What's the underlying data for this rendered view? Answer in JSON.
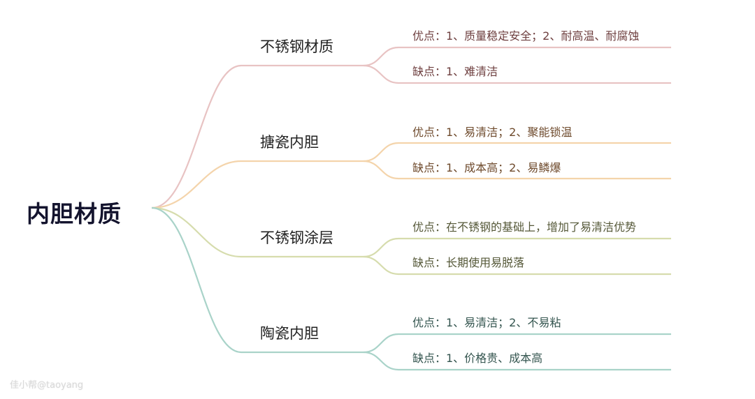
{
  "root": {
    "label": "内胆材质"
  },
  "branches": [
    {
      "label": "不锈钢材质",
      "color": "#e8c3c3",
      "text_color": "#6e3f3f",
      "pros": "优点：1、质量稳定安全；2、耐高温、耐腐蚀",
      "cons": "缺点：1、难清洁"
    },
    {
      "label": "搪瓷内胆",
      "color": "#f4d4ab",
      "text_color": "#6e4a2c",
      "pros": "优点：1、易清洁；2、聚能锁温",
      "cons": "缺点：1、成本高；2、易鳞爆"
    },
    {
      "label": "不锈钢涂层",
      "color": "#d6dcad",
      "text_color": "#555838",
      "pros": "优点：在不锈钢的基础上，增加了易清洁优势",
      "cons": "缺点：长期使用易脱落"
    },
    {
      "label": "陶瓷内胆",
      "color": "#a9d3c9",
      "text_color": "#34554f",
      "pros": "优点：1、易清洁；2、不易粘",
      "cons": "缺点：1、价格贵、成本高"
    }
  ],
  "watermark": "佳小帮@taoyang"
}
